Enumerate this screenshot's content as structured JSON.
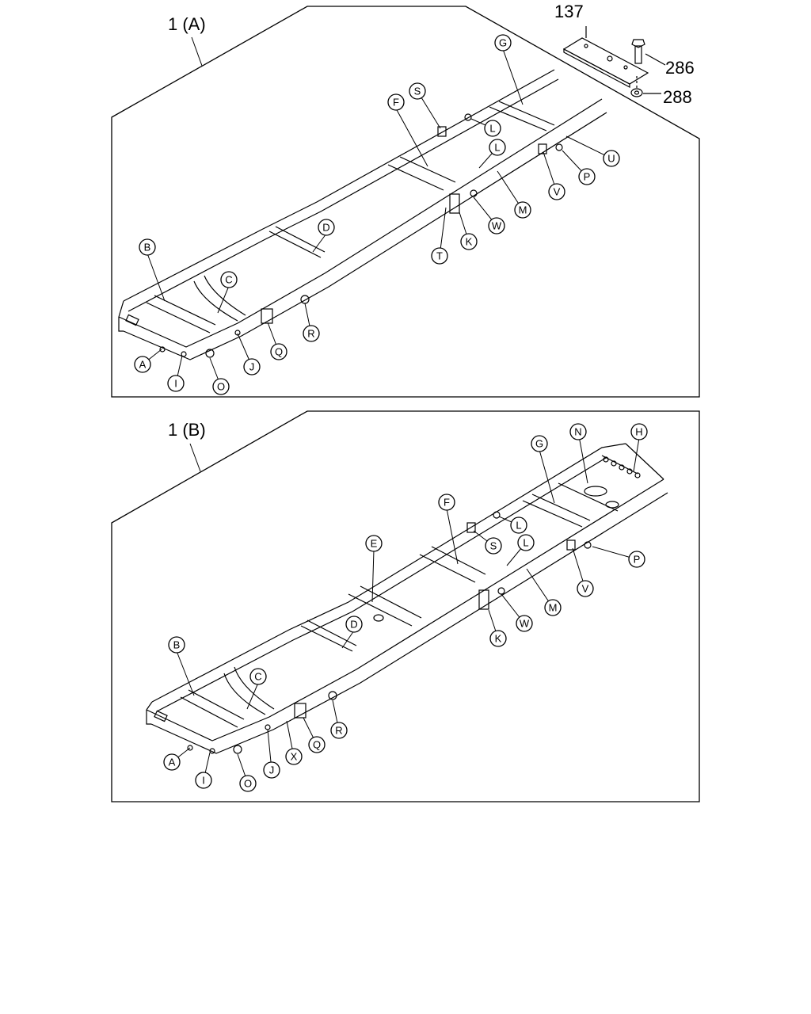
{
  "panels": [
    {
      "title": "1 (A)",
      "callouts": [
        "A",
        "B",
        "C",
        "D",
        "F",
        "G",
        "I",
        "J",
        "K",
        "L",
        "L",
        "M",
        "O",
        "P",
        "Q",
        "R",
        "S",
        "T",
        "U",
        "V",
        "W"
      ]
    },
    {
      "title": "1 (B)",
      "callouts": [
        "A",
        "B",
        "C",
        "D",
        "E",
        "F",
        "G",
        "H",
        "I",
        "J",
        "K",
        "L",
        "L",
        "M",
        "N",
        "O",
        "P",
        "Q",
        "R",
        "S",
        "V",
        "W",
        "X"
      ]
    }
  ],
  "parts": {
    "plate": "137",
    "bolt": "286",
    "washer": "288"
  },
  "colors": {
    "line": "#000000",
    "background": "#ffffff"
  }
}
